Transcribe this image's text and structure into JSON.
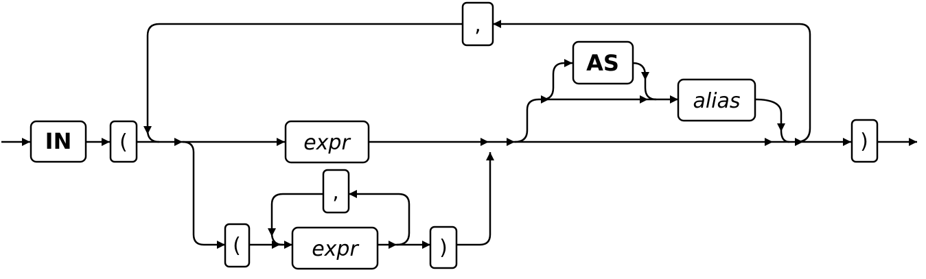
{
  "diagram": {
    "nodes": {
      "in_kw": "IN",
      "open_paren": "(",
      "expr_single": "expr",
      "open_paren_list": "(",
      "expr_list": "expr",
      "comma_list": ",",
      "close_paren_list": ")",
      "as_kw": "AS",
      "alias": "alias",
      "comma_top": ",",
      "close_paren": ")"
    }
  }
}
